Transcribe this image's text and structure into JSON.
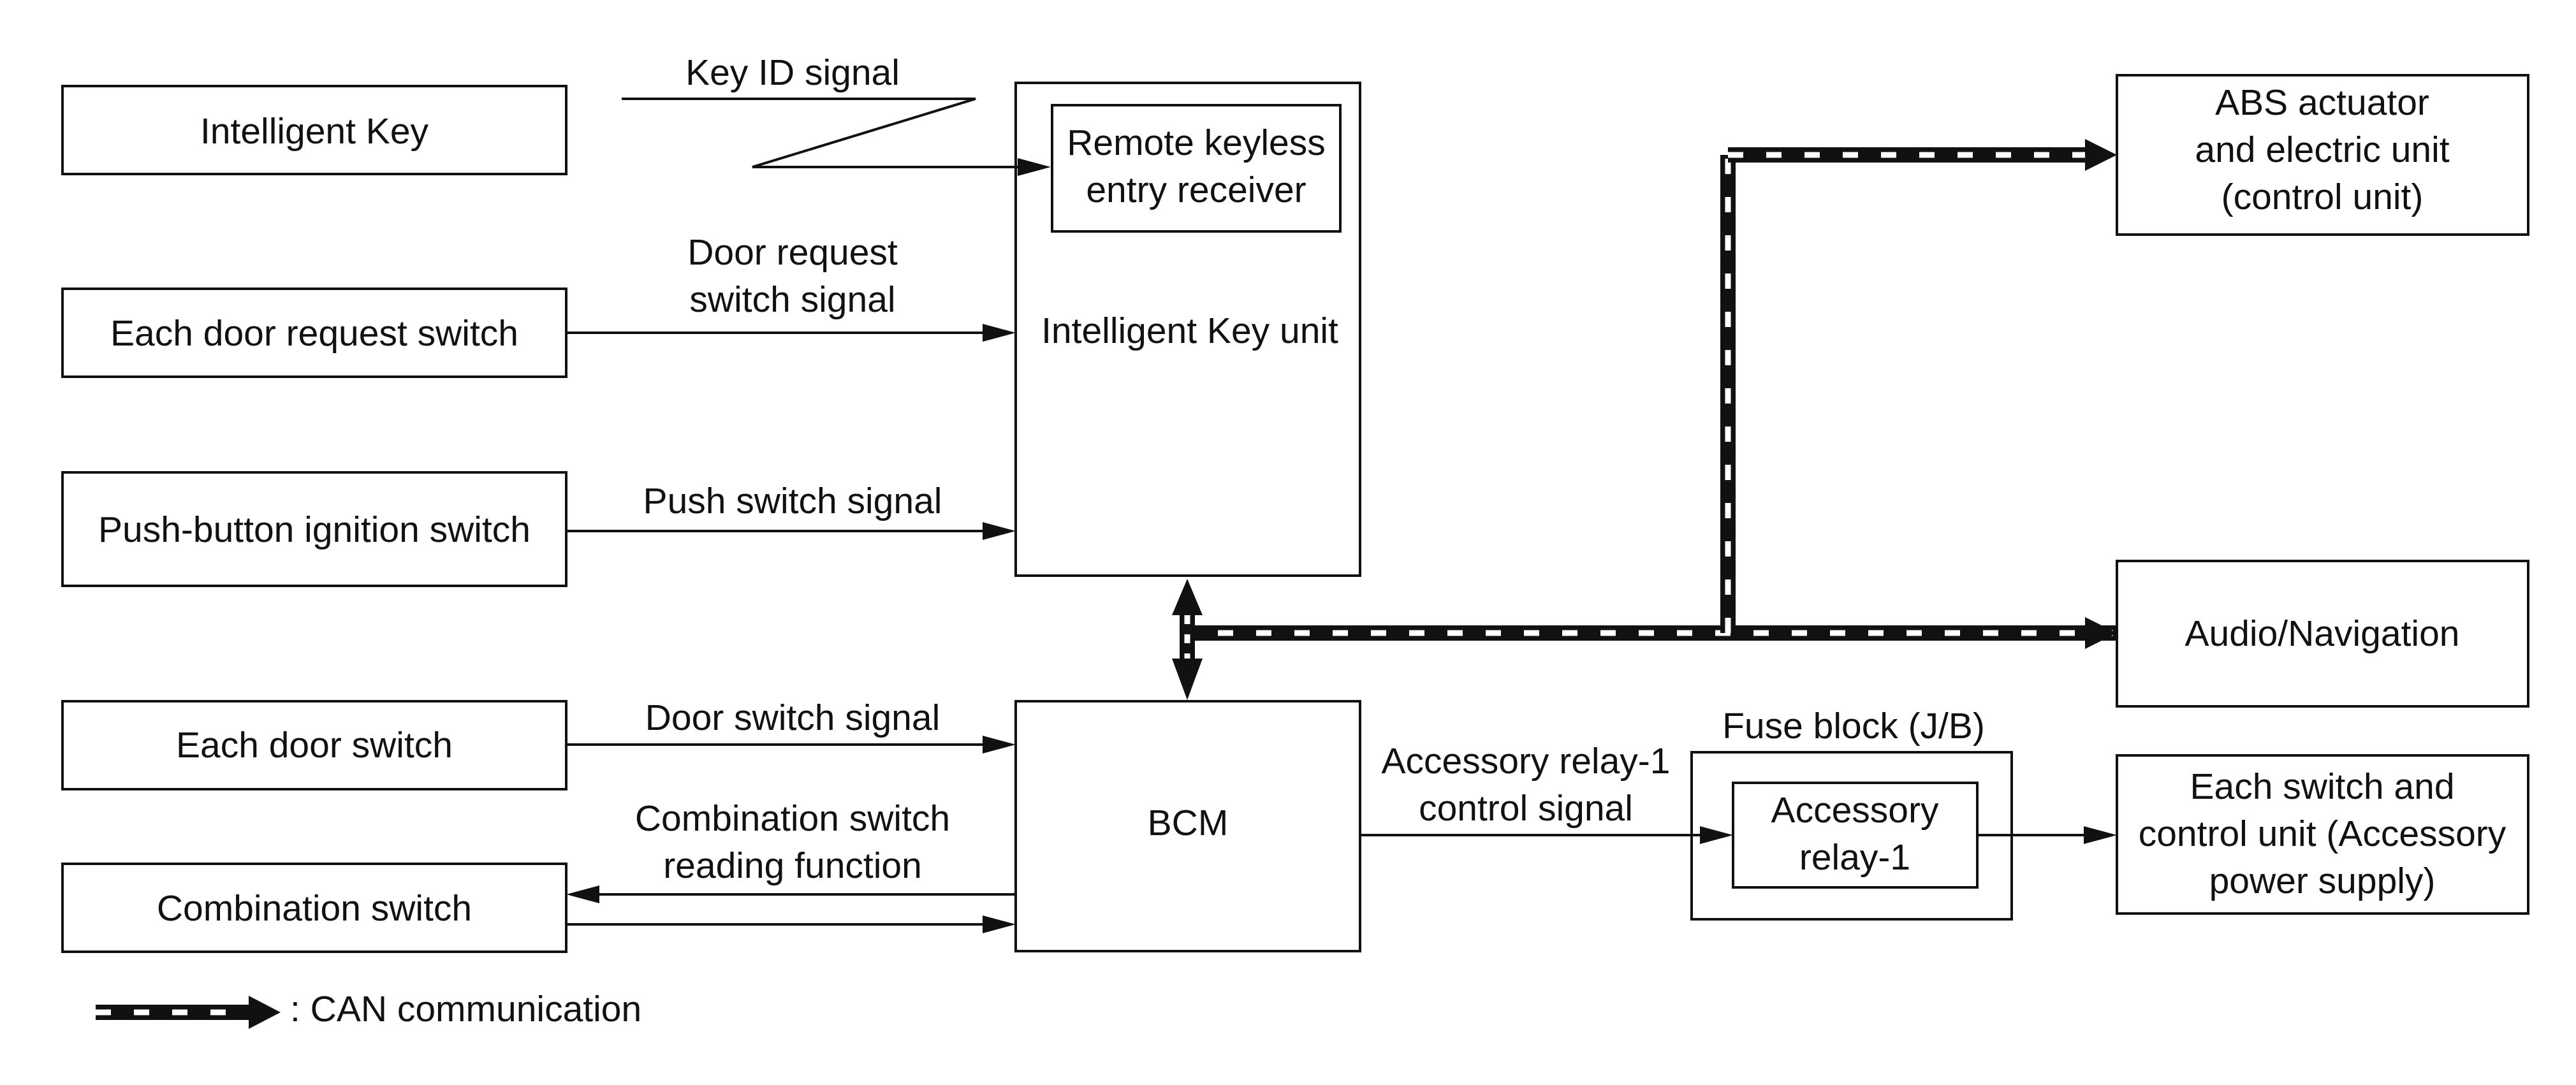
{
  "colors": {
    "line": "#111111",
    "background": "#ffffff",
    "can_dash": "#ffffff"
  },
  "boxes": {
    "intelligent_key": "Intelligent Key",
    "door_request_switch": "Each door request switch",
    "push_button_ignition": "Push-button ignition switch",
    "door_switch": "Each door switch",
    "combination_switch": "Combination switch",
    "remote_keyless_line1": "Remote keyless",
    "remote_keyless_line2": "entry receiver",
    "intelligent_key_unit": "Intelligent Key unit",
    "bcm": "BCM",
    "abs_line1": "ABS actuator",
    "abs_line2": "and electric unit",
    "abs_line3": "(control unit)",
    "audio_navigation": "Audio/Navigation",
    "fuse_block": "Fuse block (J/B)",
    "accessory_relay_line1": "Accessory",
    "accessory_relay_line2": "relay-1",
    "each_switch_line1": "Each switch and",
    "each_switch_line2": "control unit (Accessory",
    "each_switch_line3": "power supply)"
  },
  "signals": {
    "key_id": "Key ID signal",
    "door_request_line1": "Door request",
    "door_request_line2": "switch signal",
    "push_switch": "Push switch signal",
    "door_switch": "Door switch signal",
    "combination_line1": "Combination switch",
    "combination_line2": "reading function",
    "accessory_relay_line1": "Accessory relay-1",
    "accessory_relay_line2": "control signal"
  },
  "legend": {
    "can_label": ": CAN communication"
  }
}
